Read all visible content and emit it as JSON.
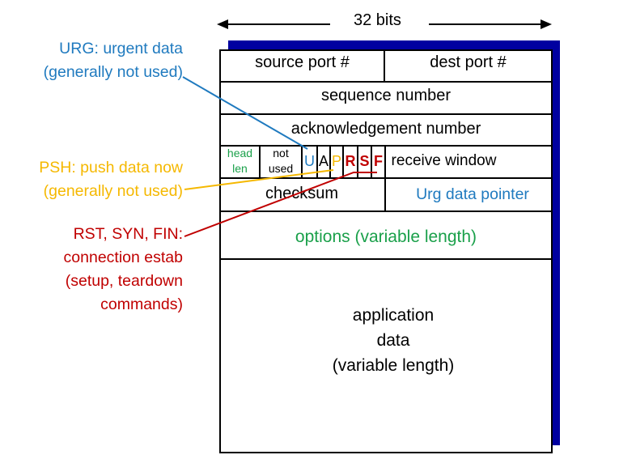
{
  "header": {
    "width_label": "32 bits"
  },
  "colors": {
    "blue": "#1f7abf",
    "orange": "#f5b800",
    "red": "#c00000",
    "green": "#1aa04a",
    "shadow": "#0000a0"
  },
  "rows": {
    "source_port": "source port #",
    "dest_port": "dest port #",
    "sequence_number": "sequence number",
    "ack_number": "acknowledgement number",
    "head_len": [
      "head",
      "len"
    ],
    "not_used": [
      "not",
      "used"
    ],
    "flags": [
      "U",
      "A",
      "P",
      "R",
      "S",
      "F"
    ],
    "receive_window": "receive window",
    "checksum": "checksum",
    "urg_pointer": "Urg data pointer",
    "options": "options (variable length)",
    "app_data": [
      "application",
      "data",
      "(variable length)"
    ]
  },
  "annotations": {
    "urg": [
      "URG: urgent data",
      "(generally not used)"
    ],
    "psh": [
      "PSH: push data now",
      "(generally not used)"
    ],
    "rst": [
      "RST, SYN, FIN:",
      "connection estab",
      "(setup, teardown",
      "commands)"
    ]
  }
}
